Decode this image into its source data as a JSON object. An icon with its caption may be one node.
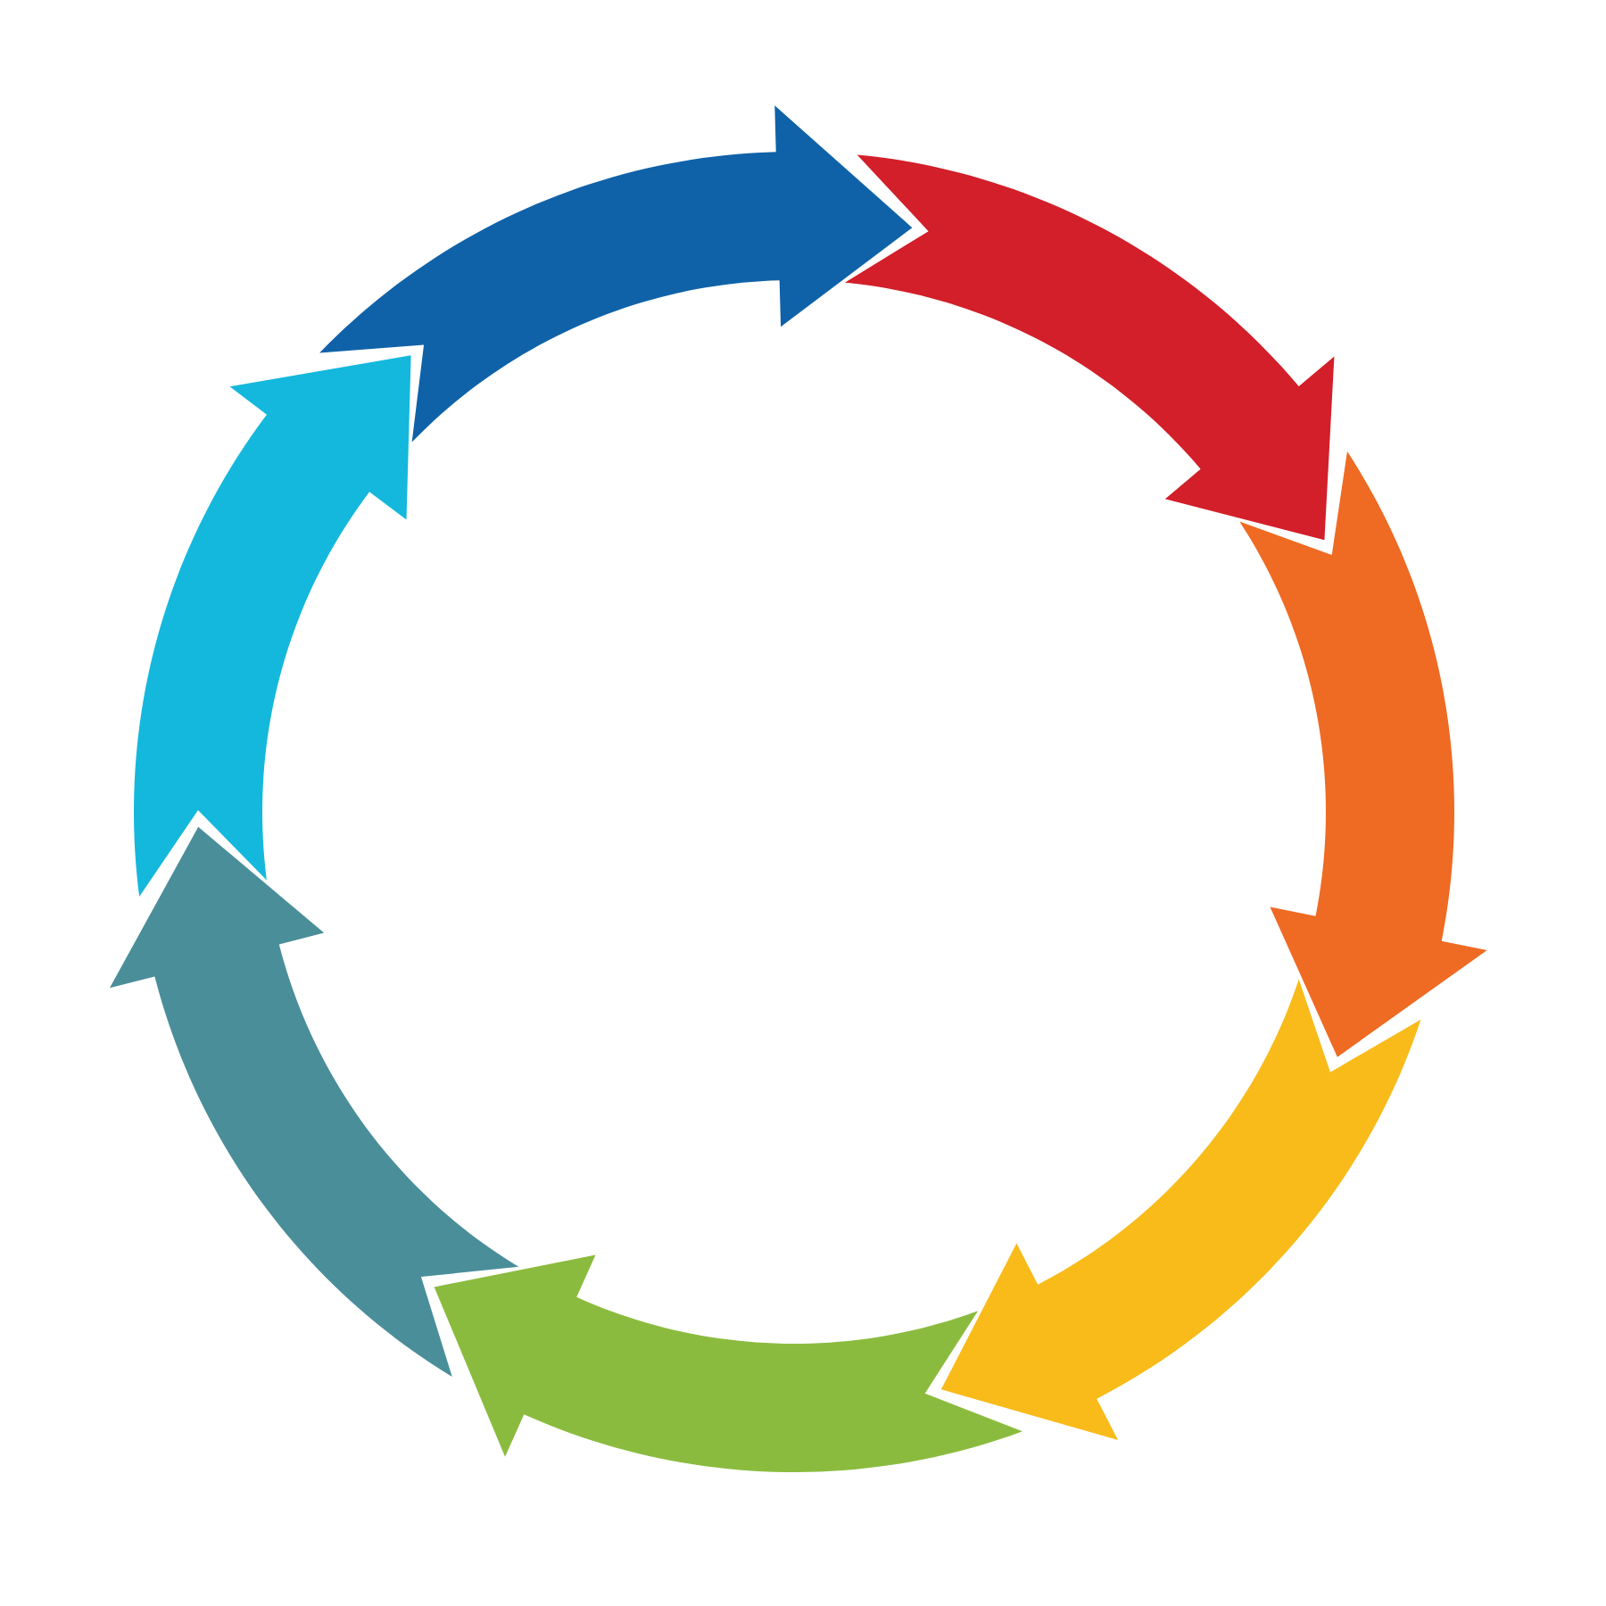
{
  "diagram": {
    "nodes": [
      {
        "text": [],
        "shape": "arrow"
      },
      {
        "text": [],
        "shape": "arrow"
      },
      {
        "text": [],
        "shape": "arrow"
      },
      {
        "text": [],
        "shape": "arrow"
      },
      {
        "text": [],
        "shape": "arrow"
      },
      {
        "text": [],
        "shape": "arrow"
      },
      {
        "text": [],
        "shape": "arrow"
      }
    ]
  }
}
